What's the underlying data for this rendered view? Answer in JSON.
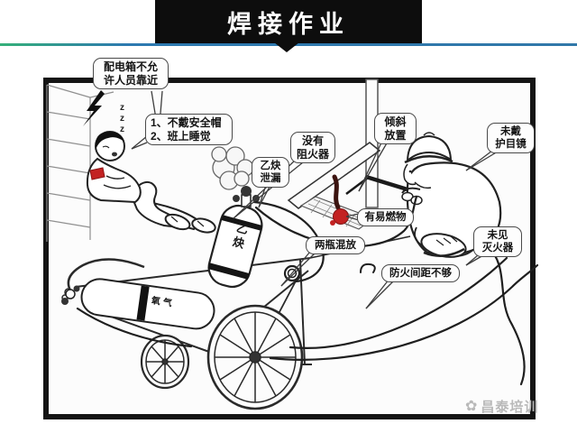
{
  "header": {
    "title": "焊接作业",
    "title_bg": "#0d0d0d",
    "title_color": "#ffffff",
    "divider_green": "#35b079",
    "divider_blue": "#2d79b0"
  },
  "callouts": [
    {
      "id": "distribution-box-warning",
      "text": "配电箱不允\n许人员靠近"
    },
    {
      "id": "no-helmet-sleeping",
      "text": "1、不戴安全帽\n2、班上睡觉"
    },
    {
      "id": "no-flame-arrester",
      "text": "没有\n阻火器"
    },
    {
      "id": "acetylene-leak",
      "text": "乙炔\n泄漏"
    },
    {
      "id": "tilted-placement",
      "text": "倾斜\n放置"
    },
    {
      "id": "no-goggles",
      "text": "未戴\n护目镜"
    },
    {
      "id": "flammable-materials",
      "text": "有易燃物"
    },
    {
      "id": "no-extinguisher",
      "text": "未见\n灭火器"
    },
    {
      "id": "two-cylinders-mixed",
      "text": "两瓶混放"
    },
    {
      "id": "fire-distance-insufficient",
      "text": "防火间距不够"
    }
  ],
  "illustration": {
    "acetylene_cylinder_label": "乙炔",
    "oxygen_cylinder_label": "氧气",
    "sleep_marks": "z\nz\nz",
    "accent_red": "#c32222",
    "line_color": "#222222"
  },
  "watermark": {
    "logo": "✿",
    "text": "昌泰培训",
    "color": "#b9b9b9"
  }
}
